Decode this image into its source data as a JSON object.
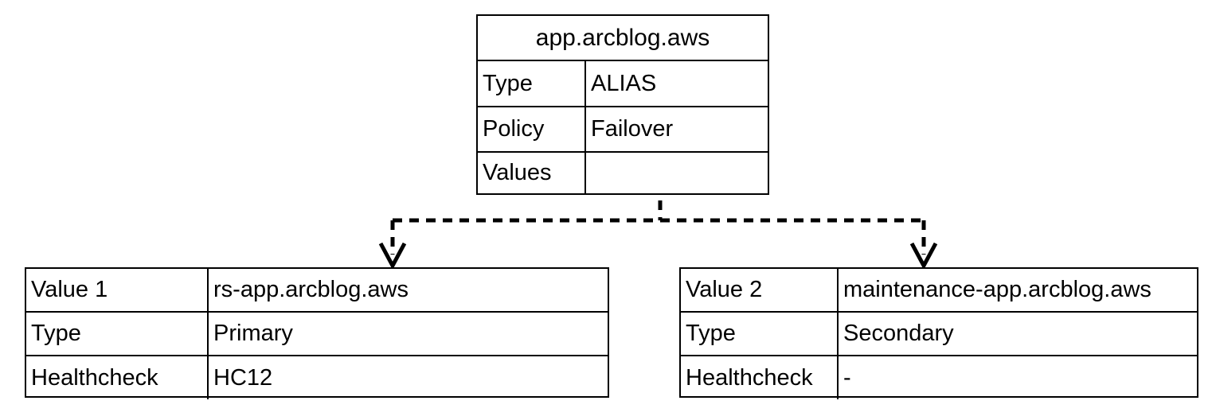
{
  "diagram": {
    "title_node": {
      "header": "app.arcblog.aws",
      "rows": [
        {
          "label": "Type",
          "value": "ALIAS"
        },
        {
          "label": "Policy",
          "value": "Failover"
        },
        {
          "label": "Values",
          "value": ""
        }
      ]
    },
    "child_left": {
      "rows": [
        {
          "label": "Value 1",
          "value": "rs-app.arcblog.aws"
        },
        {
          "label": "Type",
          "value": "Primary"
        },
        {
          "label": "Healthcheck",
          "value": "HC12"
        }
      ]
    },
    "child_right": {
      "rows": [
        {
          "label": "Value 2",
          "value": "maintenance-app.arcblog.aws"
        },
        {
          "label": "Type",
          "value": "Secondary"
        },
        {
          "label": "Healthcheck",
          "value": "-"
        }
      ]
    },
    "connectors": {
      "style": "dashed",
      "color": "#000000",
      "arrow_left_name": "arrow-to-value-1",
      "arrow_right_name": "arrow-to-value-2"
    }
  }
}
